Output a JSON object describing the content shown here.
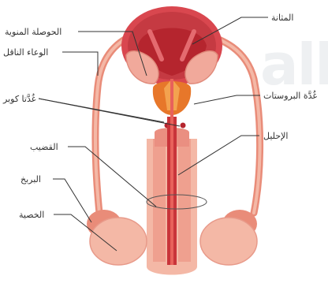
{
  "watermark": "all",
  "labels": {
    "seminal_vesicle": "الحوصلة المنوية",
    "bladder": "المثانة",
    "vas_deferens": "الوعاء الناقل",
    "cowper_glands": "غُدَّتا كوبر",
    "prostate": "غُدَّة البروستات",
    "urethra": "الإحليل",
    "penis": "القضيب",
    "epididymis": "البربخ",
    "testis": "الخصية"
  },
  "colors": {
    "tissue_light": "#f4b8a6",
    "tissue_mid": "#e98c79",
    "tissue_dark": "#c9343a",
    "bladder_outer": "#d9474f",
    "bladder_inner": "#b5252e",
    "prostate": "#e7772a",
    "line": "#333333"
  }
}
